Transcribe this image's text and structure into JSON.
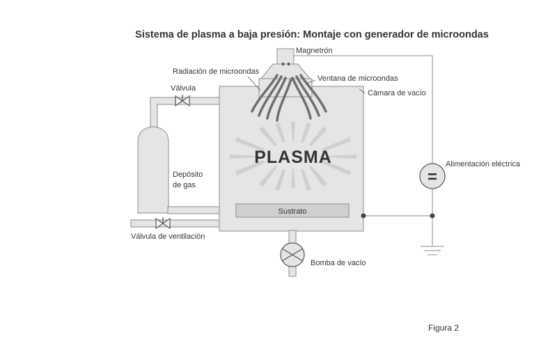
{
  "title": "Sistema de plasma a baja presión: Montaje con generador de microondas",
  "labels": {
    "magnetron": "Magnetrón",
    "microwave_radiation": "Radiación de microondas",
    "microwave_window": "Ventana de microondas",
    "vacuum_chamber": "Cámara de vacío",
    "valve": "Válvula",
    "gas_tank_line1": "Depósito",
    "gas_tank_line2": "de gas",
    "plasma": "PLASMA",
    "substrate": "Sustrato",
    "vent_valve": "Válvula de ventilación",
    "vacuum_pump": "Bomba de vacío",
    "power_supply": "Alimentación eléctrica",
    "power_symbol": "="
  },
  "figure_label": "Figura 2",
  "colors": {
    "fill": "#e5e5e3",
    "stroke": "#8c8c8c",
    "text": "#333333",
    "wave": "#6e6e6e",
    "rays": "#cfcfcf",
    "node": "#444444"
  }
}
